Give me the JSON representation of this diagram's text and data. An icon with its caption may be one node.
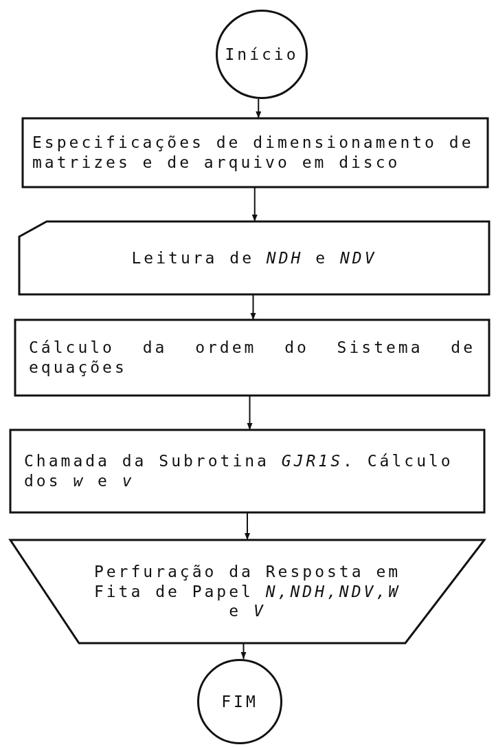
{
  "diagram": {
    "nodes": [
      {
        "text": [
          "Início"
        ]
      },
      {
        "text": [
          "Especificações de dimensionamento de matrizes e de arquivo em disco"
        ]
      },
      {
        "text": [
          "Leitura de *NDH* e *NDV*"
        ]
      },
      {
        "text": [
          "Cálculo da ordem do Sistema de equações"
        ]
      },
      {
        "text": [
          "Chamada da Subrotina *GJR1S*. Cálculo dos *w* e *v*"
        ]
      },
      {
        "text": [
          "Perfuração da Resposta em Fita de Papel *N,NDH,NDV,W* e *V*"
        ]
      },
      {
        "text": [
          "FIM"
        ]
      }
    ],
    "edges": [
      {
        "from": 0,
        "to": 1,
        "arrow": "to"
      },
      {
        "from": 1,
        "to": 2,
        "arrow": "to"
      },
      {
        "from": 2,
        "to": 3,
        "arrow": "to"
      },
      {
        "from": 3,
        "to": 4,
        "arrow": "to"
      },
      {
        "from": 4,
        "to": 5,
        "arrow": "to"
      },
      {
        "from": 5,
        "to": 6,
        "arrow": "to"
      }
    ]
  }
}
